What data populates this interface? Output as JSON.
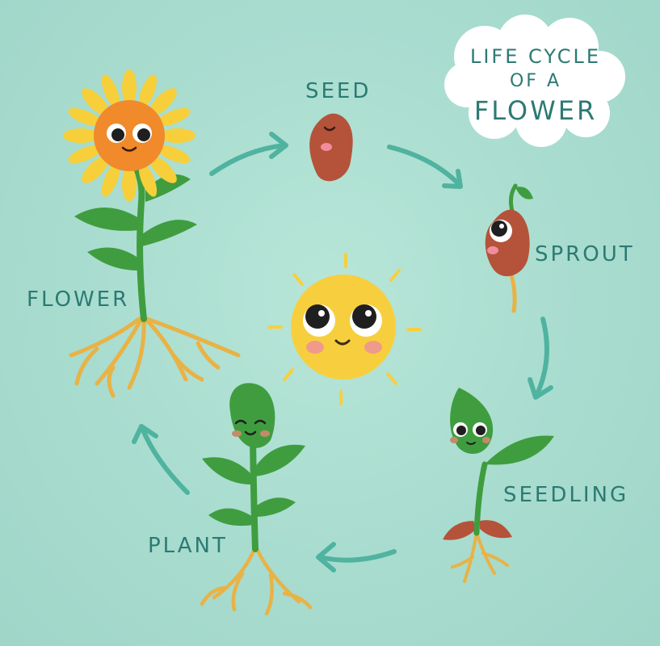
{
  "title": {
    "line1": "LIFE CYCLE",
    "line2": "OF A",
    "line3": "FLOWER"
  },
  "stages": {
    "seed": "SEED",
    "sprout": "SPROUT",
    "seedling": "SEEDLING",
    "plant": "PLANT",
    "flower": "FLOWER"
  },
  "colors": {
    "background": "#a9ddd0",
    "text": "#2c7a73",
    "arrow": "#4fb3a0",
    "leaf": "#3f9d3f",
    "seed": "#b4533a",
    "petal": "#f6cf3b",
    "center": "#f08a2a",
    "root": "#e9b245",
    "sun": "#f7cf3e"
  }
}
